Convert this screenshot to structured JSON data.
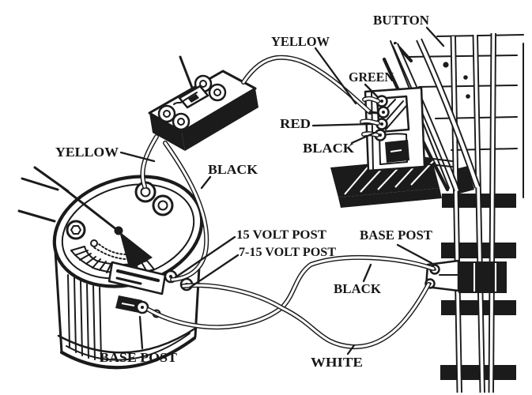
{
  "diagram": {
    "labels": {
      "yellow_top": "YELLOW",
      "button": "BUTTON",
      "green": "GREEN",
      "red": "RED",
      "black_switch": "BLACK",
      "yellow_transformer": "YELLOW",
      "black_transformer": "BLACK",
      "volt_post_15": "15 VOLT POST",
      "volt_post_7_15": "7-15 VOLT POST",
      "base_post_track": "BASE POST",
      "black_track_wire": "BLACK",
      "white_track_wire": "WHITE",
      "base_post_transformer": "BASE POST"
    },
    "colors": {
      "ink": "#1b1b1b",
      "paper": "#ffffff"
    }
  }
}
